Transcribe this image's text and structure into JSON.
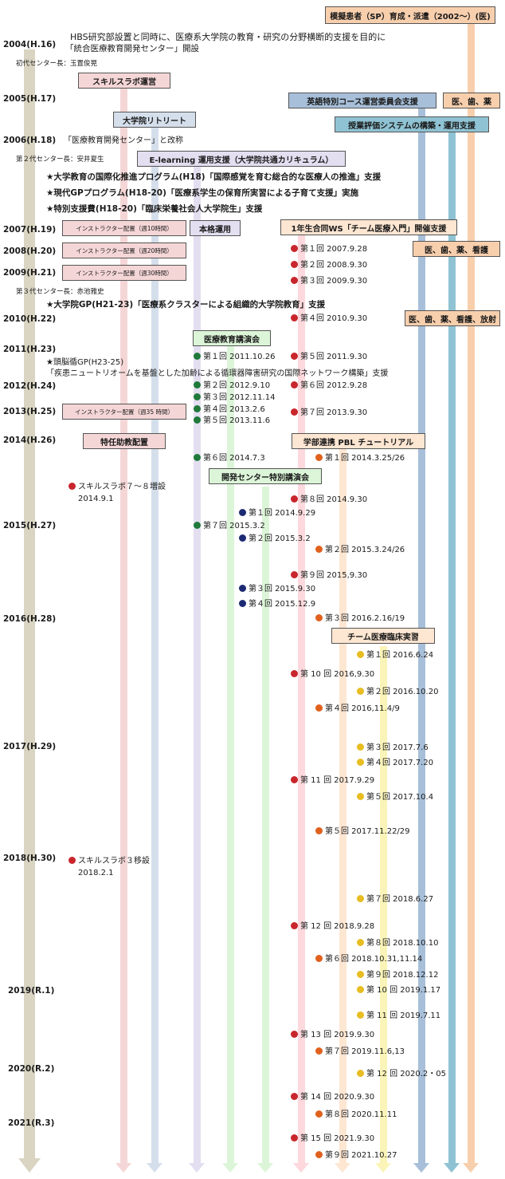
{
  "colors": {
    "main": "#d9d5c2",
    "skill": "#f5d6d6",
    "grad": "#d5dfec",
    "elearn": "#e3def0",
    "edu": "#dcf5d8",
    "dev": "#dcf5d8",
    "ws": "#fdd8dc",
    "pbl": "#fde6d2",
    "team": "#faf4b8",
    "eng": "#a7bfd9",
    "eval": "#8fc3d3",
    "sp": "#f8cfad",
    "red": "#c9252c",
    "green": "#1f7a3b",
    "navy": "#1c2a73",
    "orange": "#e0611d",
    "yellow": "#e8bd22"
  },
  "years": [
    "2004(H.16)",
    "2005(H.17)",
    "2006(H.18)",
    "2007(H.19)",
    "2008(H.20)",
    "2009(H.21)",
    "2010(H.22)",
    "2011(H.23)",
    "2012(H.24)",
    "2013(H.25)",
    "2014(H.26)",
    "2015(H.27)",
    "2016(H.28)",
    "2017(H.29)",
    "2018(H.30)",
    "2019(R.1)",
    "2020(R.2)",
    "2021(R.3)"
  ],
  "texts": [
    "HBS研究部設置と同時に、医療系大学院の教育・研究の分野横断的支援を目的に",
    "「統合医療教育開発センター」開設",
    "初代センター長：玉置俊晃",
    "「医療教育開発センター」と改称",
    "第２代センター長：安井夏生",
    "★大学教育の国際化推進プログラム(H18)「国際感覚を育む総合的な医療人の推進」支援",
    "★現代GPプログラム(H18-20)「医療系学生の保育所実習による子育て支援」実施",
    "★特別支援費(H18-20)「臨床栄養社会人大学院生」支援",
    "第３代センター長：赤池雅史",
    "★大学院GP(H21-23)「医療系クラスターによる組織的大学院教育」支援",
    "★頭脳循GP(H23-25)",
    "「疾患ニュートリオームを基盤とした加齢による循環器障害研究の国際ネットワーク構築」支援"
  ],
  "boxes": [
    "模擬患者（SP）育成・派遣（2002～）(医)",
    "スキルスラボ運営",
    "英語特別コース運営委員会支援",
    "医、歯、薬",
    "大学院リトリート",
    "授業評価システムの構築・運用支援",
    "E-learning 運用支援（大学院共通カリキュラム）",
    "インストラクター配置（週10時間）",
    "本格運用",
    "1年生合同WS「チーム医療入門」開催支援",
    "インストラクター配置（週20時間）",
    "医、歯、薬、看護",
    "インストラクター配置（週30時間）",
    "医、歯、薬、看護、放射",
    "医療教育講演会",
    "インストラクター配置（週35 時間）",
    "特任助教配置",
    "学部連携 PBL チュートリアル",
    "開発センター特別講演会",
    "チーム医療臨床実習"
  ],
  "skill_events": [
    "スキルスラボ７～８増設",
    "2014.9.1",
    "スキルスラボ３移設",
    "2018.2.1"
  ],
  "ws_events": [
    "第１回 2007.9.28",
    "第２回 2008.9.30",
    "第３回 2009.9.30",
    "第４回 2010.9.30",
    "第５回 2011.9.30",
    "第６回 2012.9.28",
    "第７回 2013.9.30",
    "第８回 2014.9.30",
    "第９回 2015,9.30",
    "第 10 回 2016,9.30",
    "第 11 回 2017.9.29",
    "第 12 回 2018.9.28",
    "第 13 回 2019.9.30",
    "第 14 回 2020.9.30",
    "第 15 回 2021.9.30"
  ],
  "lecture_events": [
    "第１回 2011.10.26",
    "第２回 2012.9.10",
    "第３回 2012.11.14",
    "第４回 2013.2.6",
    "第５回 2013.11.6",
    "第６回 2014.7.3",
    "第７回 2015.3.2"
  ],
  "special_events": [
    "第１回 2014.9.29",
    "第２回 2015.3.2",
    "第３回 2015.9.30",
    "第４回 2015.12.9"
  ],
  "pbl_events": [
    "第１回 2014.3.25/26",
    "第２回 2015.3.24/26",
    "第３回 2016.2.16/19",
    "第４回 2016,11.4/9",
    "第５回 2017.11.22/29",
    "第６回 2018.10.31,11.14",
    "第７回 2019.11.6,13",
    "第８回 2020.11.11",
    "第９回 2021.10.27"
  ],
  "team_events": [
    "第１回 2016.6.24",
    "第２回 2016.10.20",
    "第３回 2017.7.6",
    "第４回 2017.7.20",
    "第５回 2017.10.4",
    "第７回 2018.6.27",
    "第８回 2018.10.10",
    "第９回 2018.12.12",
    "第 10 回 2019.1.17",
    "第 11 回 2019.7.11",
    "第 12 回 2020.2・05"
  ]
}
